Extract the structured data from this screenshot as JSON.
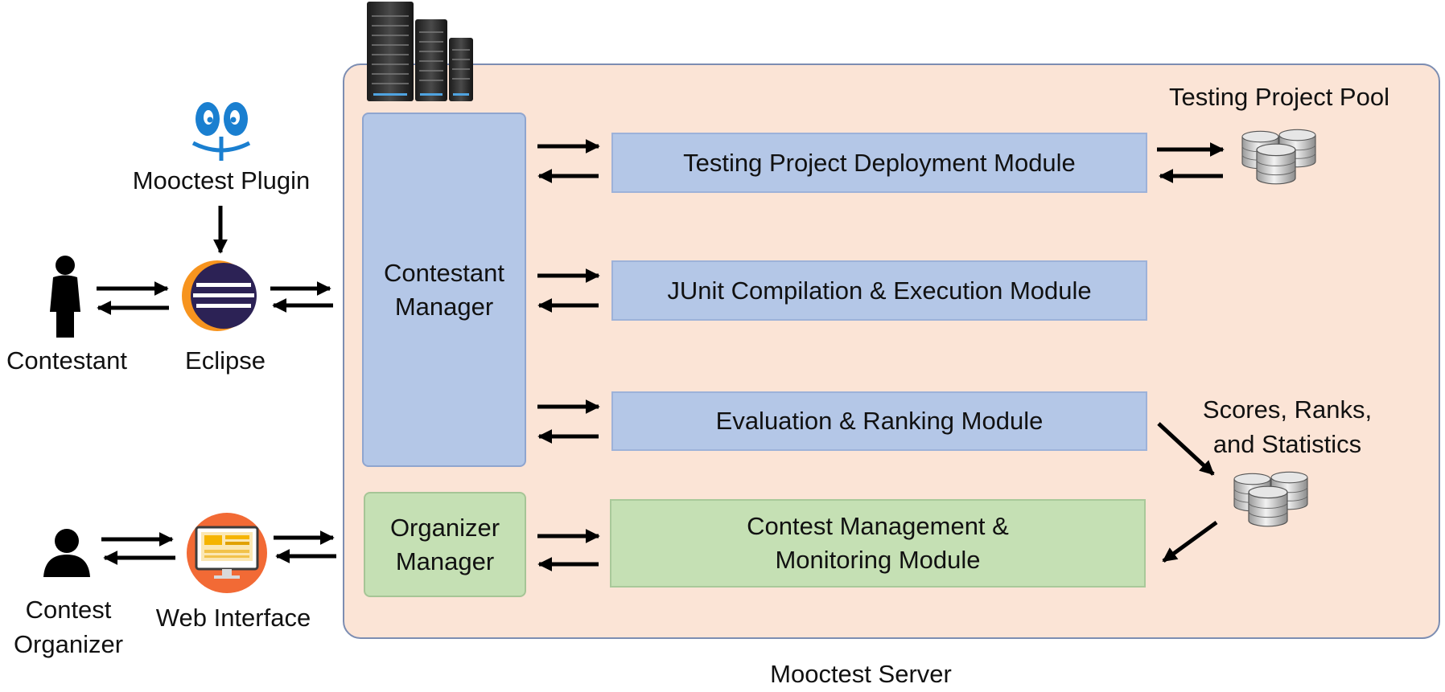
{
  "server": {
    "label": "Mooctest Server"
  },
  "managers": {
    "contestant": "Contestant\nManager",
    "organizer": "Organizer\nManager"
  },
  "modules": {
    "deployment": "Testing Project Deployment Module",
    "junit": "JUnit Compilation & Execution Module",
    "evaluation": "Evaluation & Ranking Module",
    "contest": "Contest Management &\nMonitoring Module"
  },
  "stores": {
    "pool": "Testing Project Pool",
    "scores": "Scores, Ranks,\nand Statistics"
  },
  "clients": {
    "plugin": "Mooctest Plugin",
    "eclipse": "Eclipse",
    "contestant": "Contestant",
    "web": "Web Interface",
    "organizer": "Contest\nOrganizer"
  },
  "colors": {
    "server_bg": "#fbe4d6",
    "server_border": "#7c8db2",
    "blue_module": "#b4c7e7",
    "green_module": "#c5e0b4",
    "eclipse_purple": "#2c2255",
    "eclipse_orange": "#f7941e",
    "web_orange": "#f26a35",
    "plugin_blue": "#1a7fd0"
  },
  "icons": [
    "server-rack-icon",
    "mooctest-plugin-icon",
    "eclipse-icon",
    "person-icon",
    "web-monitor-icon",
    "database-icon"
  ]
}
